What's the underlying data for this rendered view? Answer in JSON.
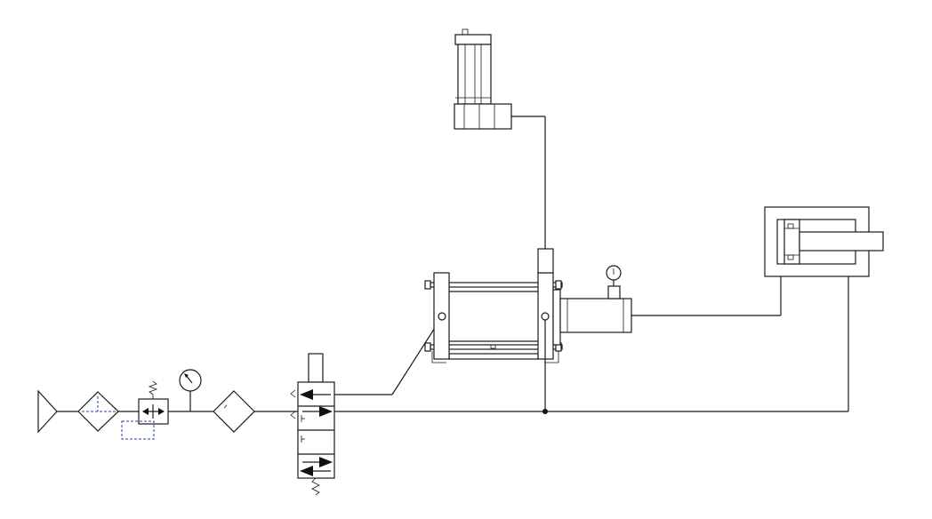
{
  "diagram": {
    "kind": "pneumatic-hydraulic schematic",
    "colors": {
      "line": "#1a1a1a",
      "pilot_dashed": "#2a3fb0",
      "background": "#ffffff"
    },
    "components": [
      "air-source",
      "filter",
      "pressure-regulator",
      "pressure-gauge",
      "lubricator",
      "directional-control-valve",
      "air-hydraulic-booster",
      "booster-pressure-gauge",
      "reservoir-cylinder",
      "work-cylinder",
      "junction-node"
    ]
  }
}
